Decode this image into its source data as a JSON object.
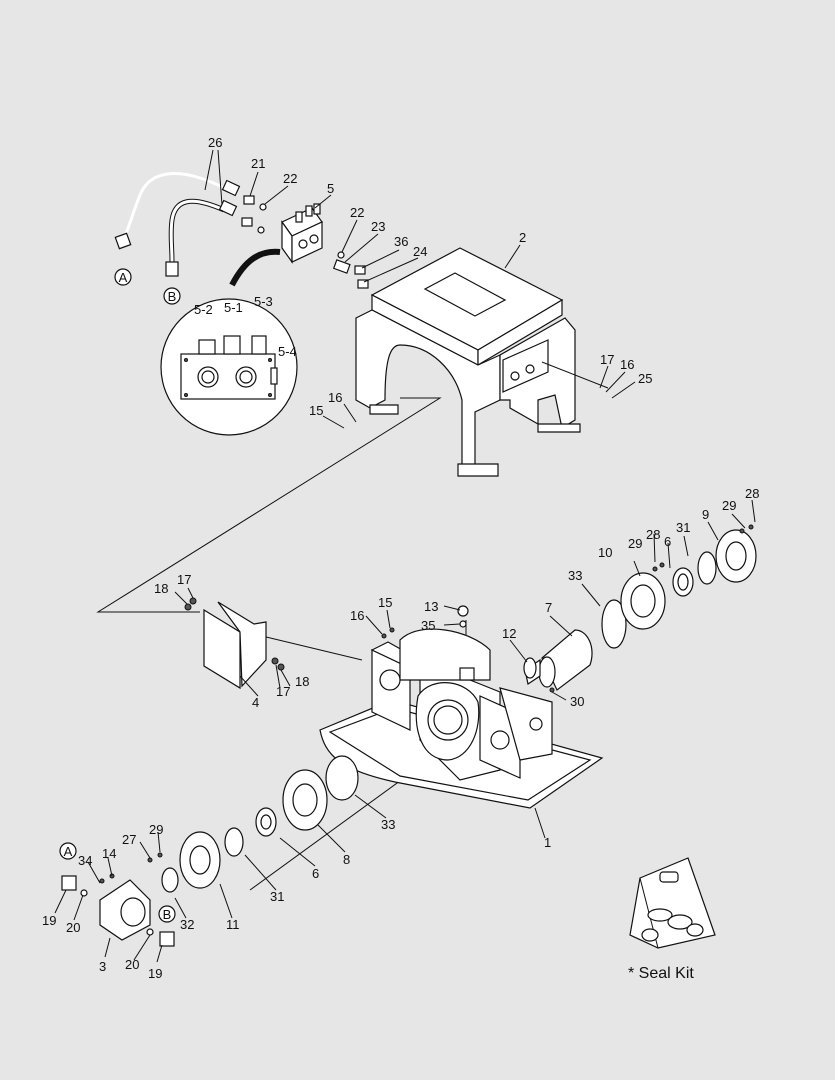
{
  "connectors": {
    "a": "A",
    "b": "B"
  },
  "seal_kit_label": "* Seal Kit",
  "callouts": {
    "c26": "26",
    "c21": "21",
    "c22a": "22",
    "c5": "5",
    "c22b": "22",
    "c23": "23",
    "c36": "36",
    "c24": "24",
    "c2": "2",
    "c52": "5-2",
    "c51": "5-1",
    "c53": "5-3",
    "c54": "5-4",
    "c17a": "17",
    "c16a": "16",
    "c25": "25",
    "c16b": "16",
    "c15a": "15",
    "c28a": "28",
    "c29a": "29",
    "c28b": "28",
    "c29b": "29",
    "c9": "9",
    "c31a": "31",
    "c6a": "6",
    "c10": "10",
    "c33a": "33",
    "c7": "7",
    "c18a": "18",
    "c17b": "17",
    "c15b": "15",
    "c16c": "16",
    "c13": "13",
    "c35": "35",
    "c12": "12",
    "c30": "30",
    "c4": "4",
    "c17c": "17",
    "c18b": "18",
    "c33b": "33",
    "c1": "1",
    "c8": "8",
    "c6b": "6",
    "c31b": "31",
    "c27": "27",
    "c29c": "29",
    "c34": "34",
    "c14": "14",
    "c32": "32",
    "c11": "11",
    "c19a": "19",
    "c20a": "20",
    "c3": "3",
    "c20b": "20",
    "c19b": "19"
  }
}
